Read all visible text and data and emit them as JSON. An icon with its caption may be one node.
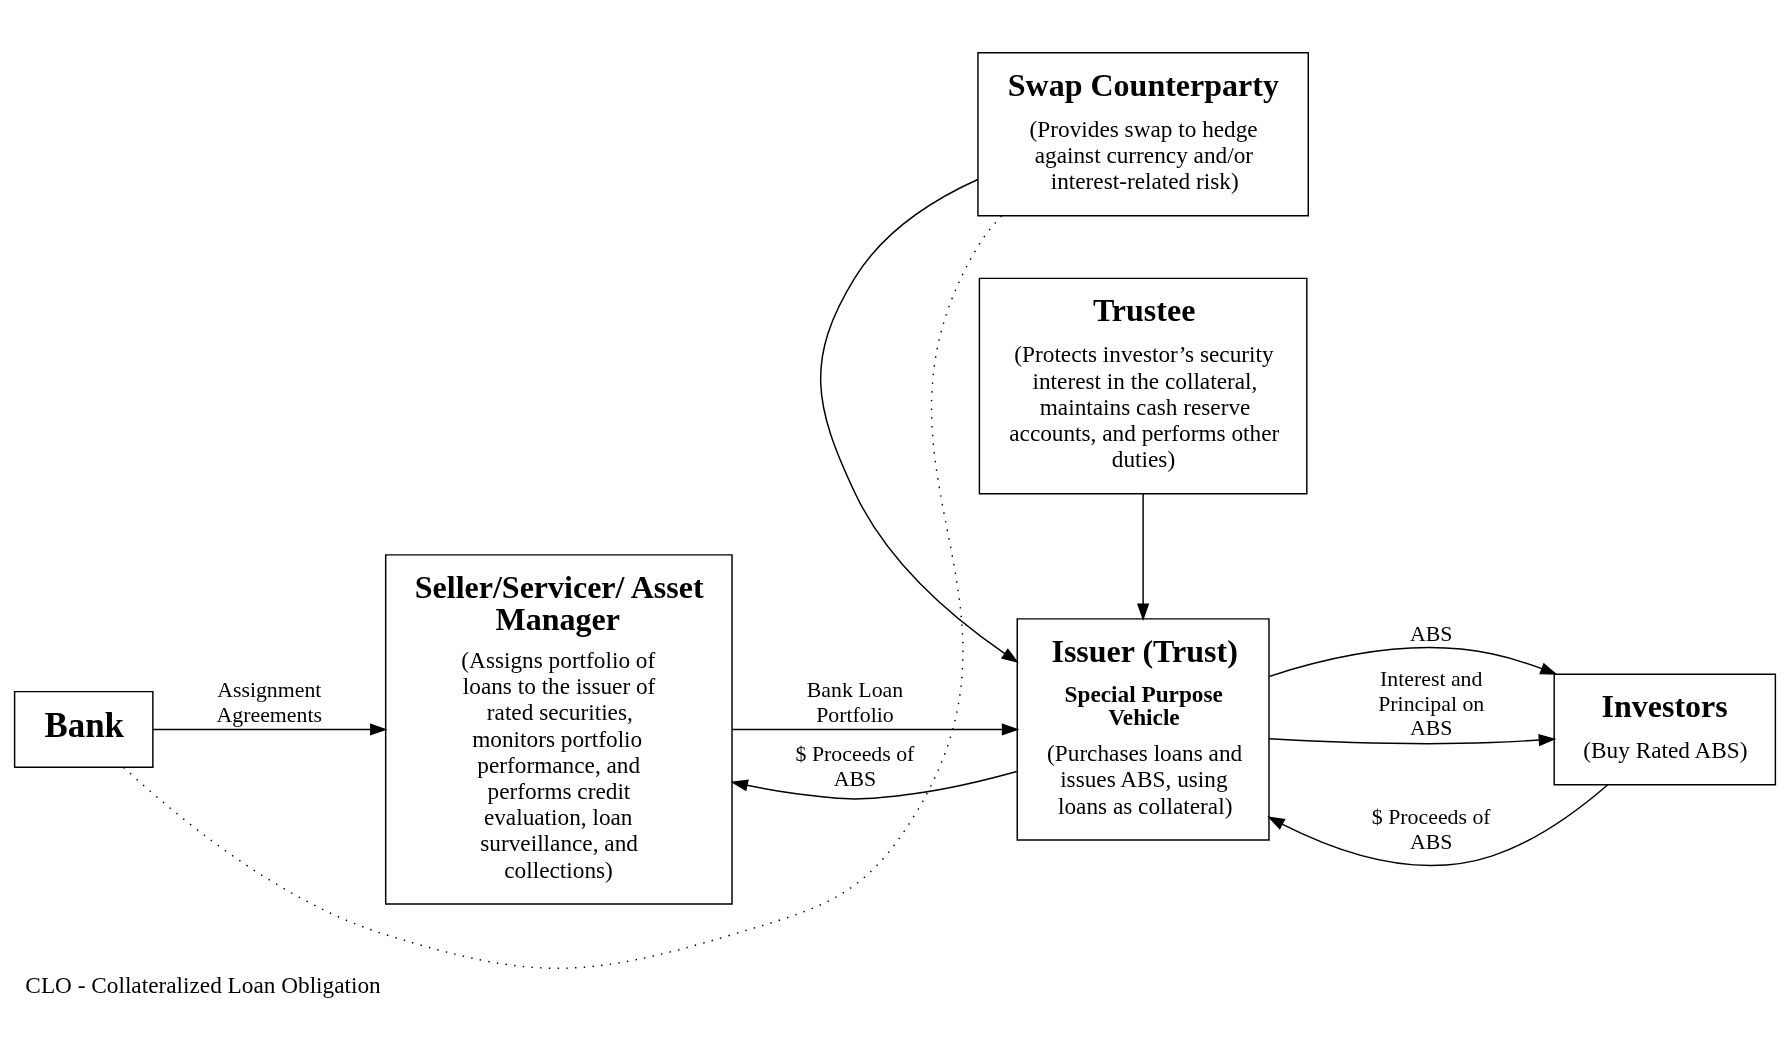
{
  "diagram": {
    "caption": "CLO - Collateralized Loan Obligation",
    "nodes": [
      {
        "text": [
          "Bank"
        ]
      },
      {
        "text": [
          "Seller/Servicer/ Asset Manager",
          "(Assigns portfolio of loans to the issuer of rated securities, monitors portfolio performance, and performs credit evaluation, loan surveillance, and collections)"
        ]
      },
      {
        "text": [
          "Trustee",
          "(Protects investor’s security interest in the collateral, maintains cash reserve accounts, and performs other duties)"
        ]
      },
      {
        "text": [
          "Issuer (Trust)",
          "Special Purpose Vehicle",
          "(Purchases loans and issues ABS, using loans as collateral)"
        ]
      },
      {
        "text": [
          "Investors",
          "(Buy Rated ABS)"
        ]
      },
      {
        "text": [
          "Swap Counterparty",
          "(Provides swap to hedge against currency and/or interest-related risk)"
        ]
      }
    ],
    "edges": [
      {
        "from": 0,
        "to": 1,
        "arrow": "to",
        "label": "Assignment Agreements"
      },
      {
        "from": 1,
        "to": 3,
        "arrow": "to",
        "label": "Bank Loan Portfolio"
      },
      {
        "from": 3,
        "to": 1,
        "arrow": "to",
        "label": "$ Proceeds of ABS"
      },
      {
        "from": 2,
        "to": 3,
        "arrow": "to"
      },
      {
        "from": 3,
        "to": 4,
        "arrow": "to",
        "label": "ABS"
      },
      {
        "from": 4,
        "to": 3,
        "arrow": "to",
        "label": "$ Proceeds of ABS"
      },
      {
        "from": 3,
        "to": 4,
        "arrow": "to",
        "label": "Interest and Principal on ABS"
      },
      {
        "from": 5,
        "to": 3,
        "arrow": "to"
      },
      {
        "from": 0,
        "to": 5,
        "arrow": "none",
        "style": "dashed"
      }
    ]
  }
}
